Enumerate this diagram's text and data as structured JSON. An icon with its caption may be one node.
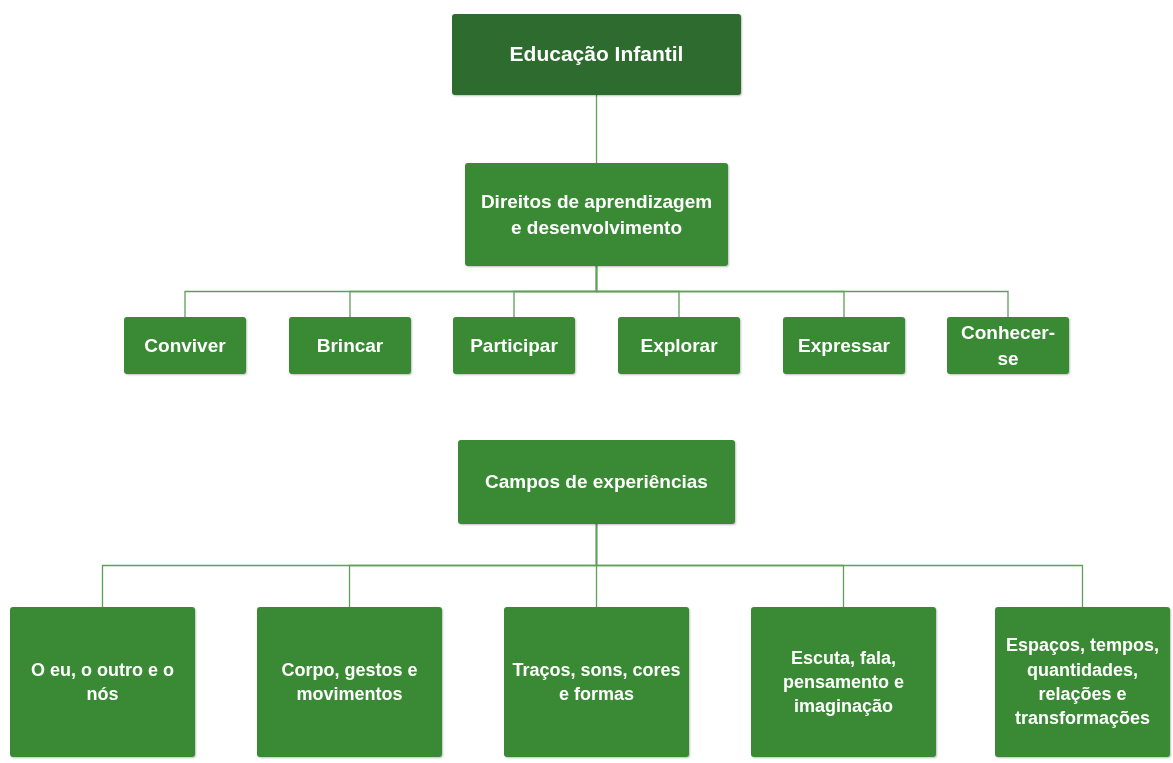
{
  "diagram": {
    "nodes": [
      {
        "text": [
          "Educação Infantil"
        ]
      },
      {
        "text": [
          "Direitos de aprendizagem e desenvolvimento"
        ]
      },
      {
        "text": [
          "Conviver"
        ]
      },
      {
        "text": [
          "Brincar"
        ]
      },
      {
        "text": [
          "Participar"
        ]
      },
      {
        "text": [
          "Explorar"
        ]
      },
      {
        "text": [
          "Expressar"
        ]
      },
      {
        "text": [
          "Conhecer-se"
        ]
      },
      {
        "text": [
          "Campos de experiências"
        ]
      },
      {
        "text": [
          "O eu, o outro e o nós"
        ]
      },
      {
        "text": [
          "Corpo, gestos e movimentos"
        ]
      },
      {
        "text": [
          "Traços, sons, cores e formas"
        ]
      },
      {
        "text": [
          "Escuta, fala, pensamento e imaginação"
        ]
      },
      {
        "text": [
          "Espaços, tempos, quantidades, relações e transformações"
        ]
      }
    ],
    "edges": [
      {
        "from": 0,
        "to": 1,
        "arrow": "none"
      },
      {
        "from": 1,
        "to": 2,
        "arrow": "none"
      },
      {
        "from": 1,
        "to": 3,
        "arrow": "none"
      },
      {
        "from": 1,
        "to": 4,
        "arrow": "none"
      },
      {
        "from": 1,
        "to": 5,
        "arrow": "none"
      },
      {
        "from": 1,
        "to": 6,
        "arrow": "none"
      },
      {
        "from": 1,
        "to": 7,
        "arrow": "none"
      },
      {
        "from": 8,
        "to": 9,
        "arrow": "none"
      },
      {
        "from": 8,
        "to": 10,
        "arrow": "none"
      },
      {
        "from": 8,
        "to": 11,
        "arrow": "none"
      },
      {
        "from": 8,
        "to": 12,
        "arrow": "none"
      },
      {
        "from": 8,
        "to": 13,
        "arrow": "none"
      }
    ]
  }
}
